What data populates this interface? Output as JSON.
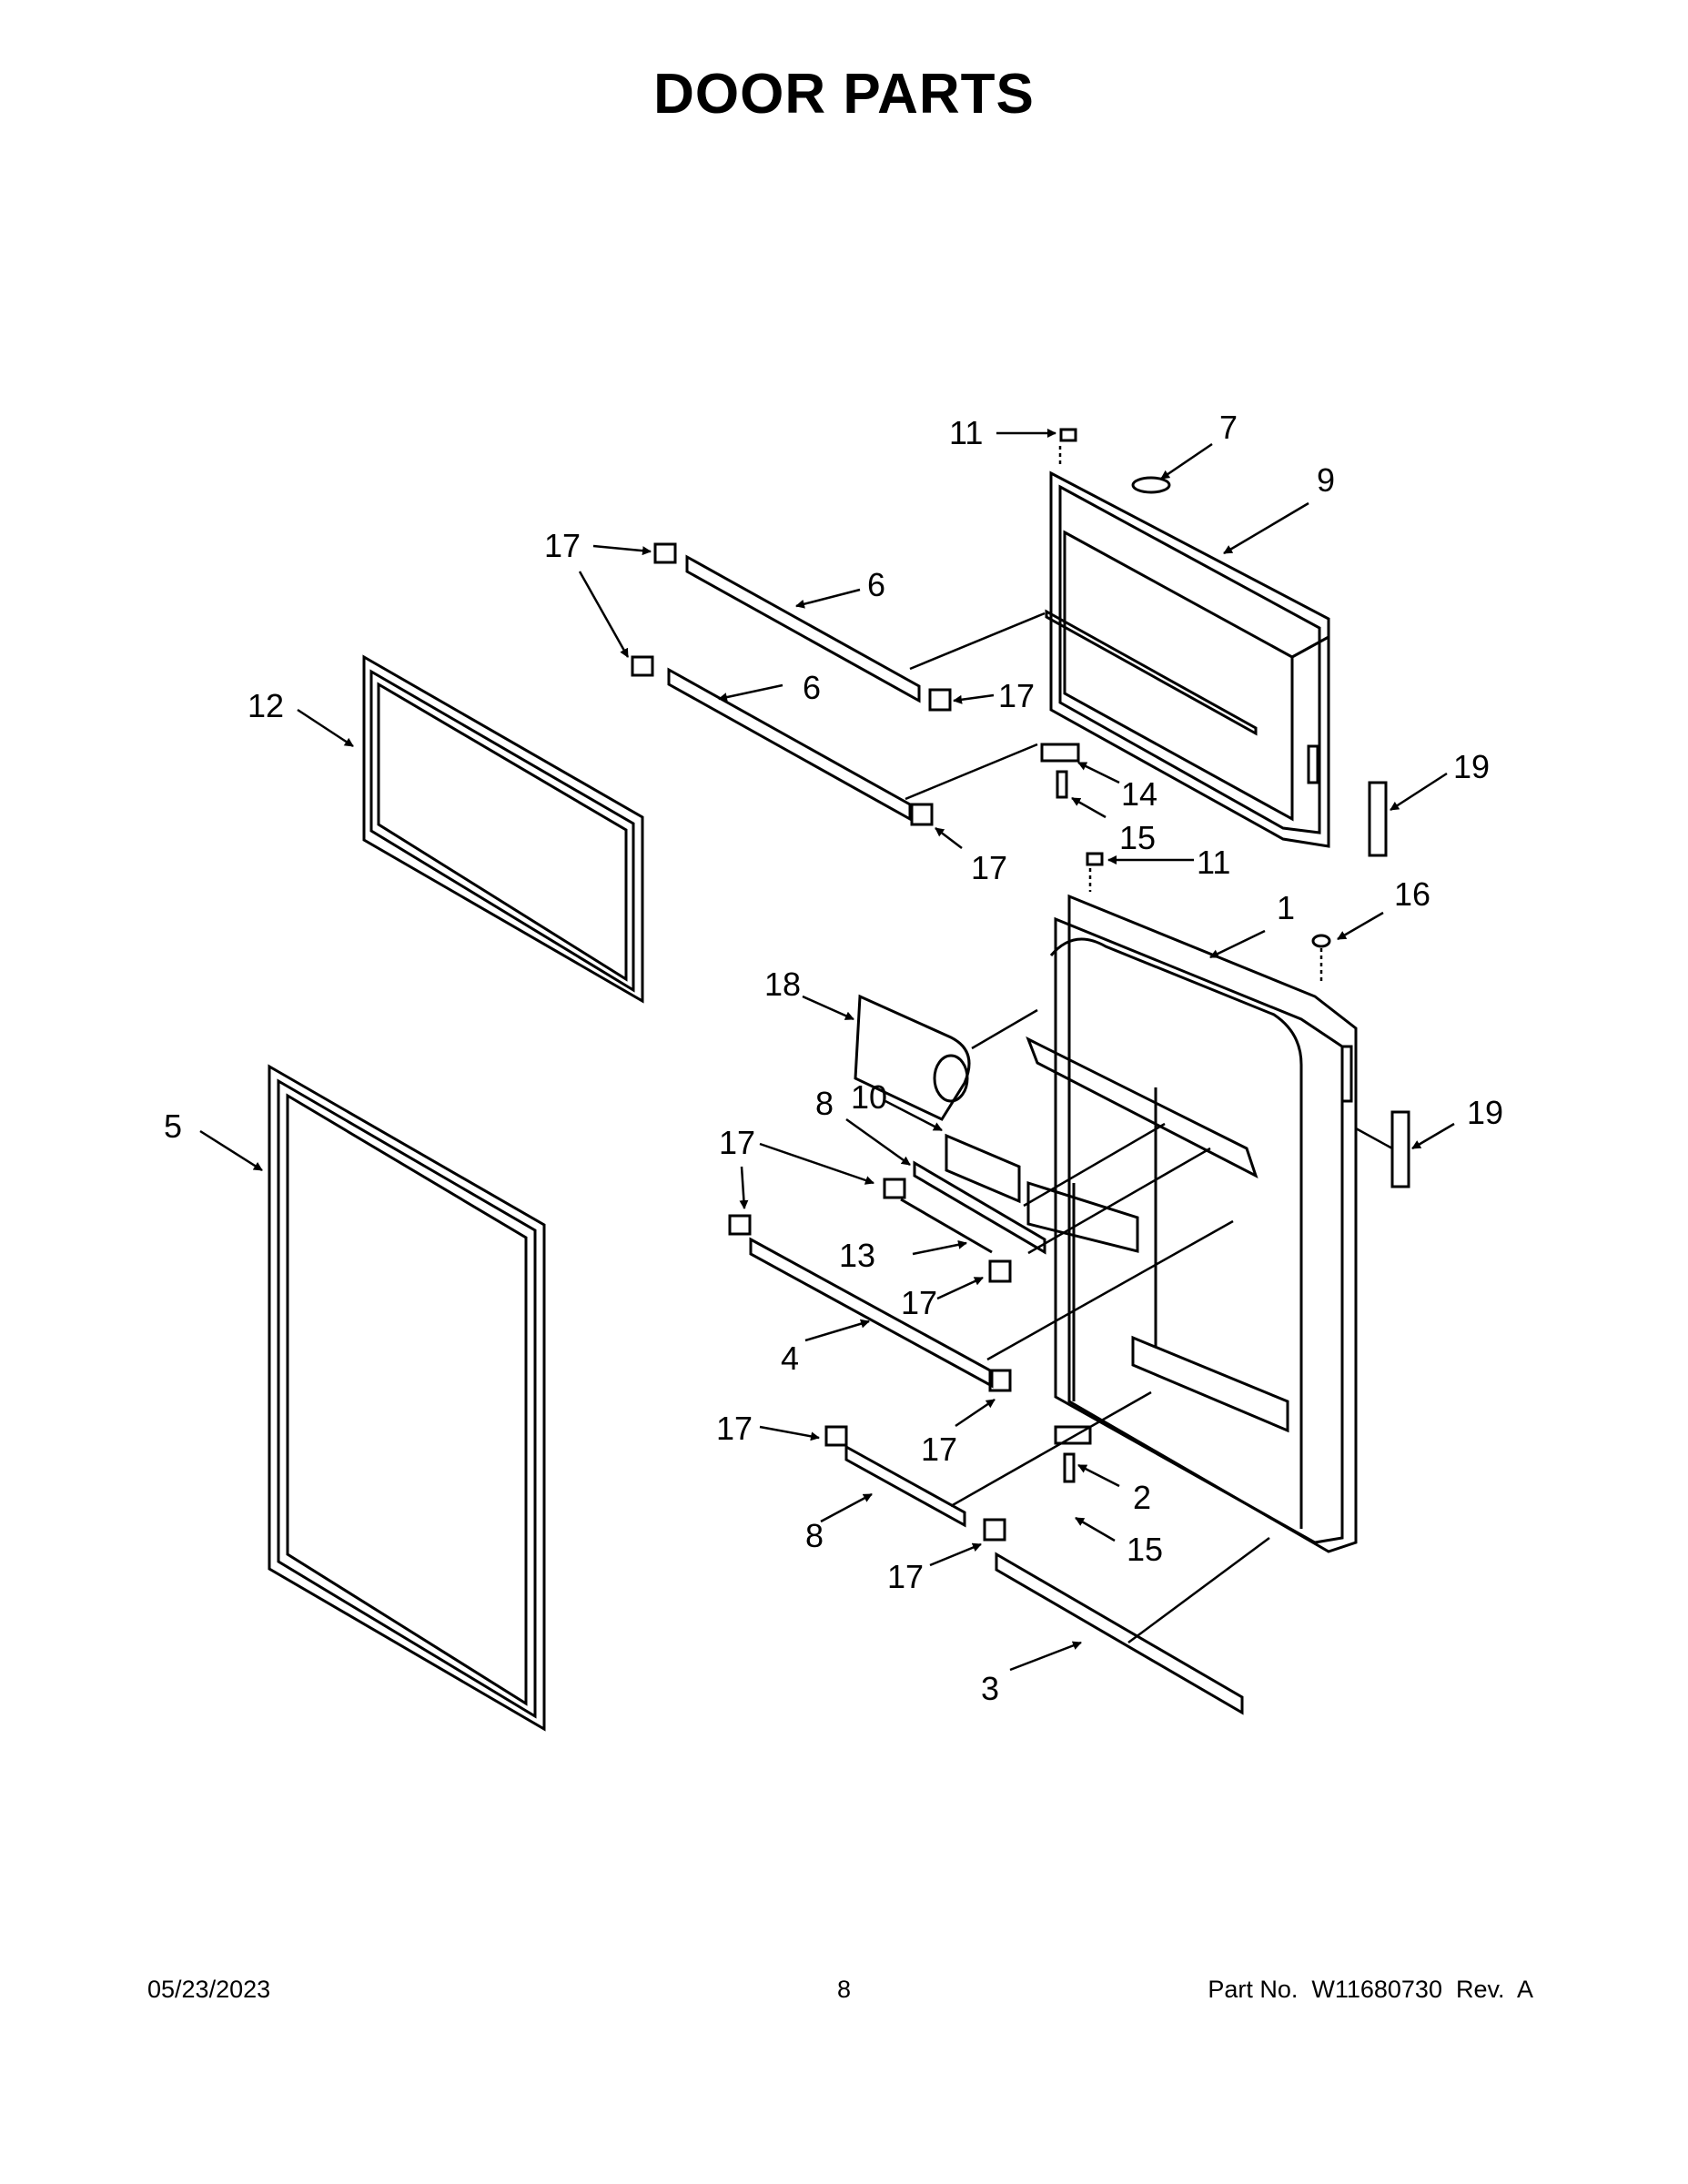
{
  "title": "DOOR PARTS",
  "footer": {
    "date": "05/23/2023",
    "page": "8",
    "part_number": "Part No.  W11680730  Rev.  A"
  },
  "callouts": [
    {
      "id": "c1",
      "label": "1"
    },
    {
      "id": "c2",
      "label": "2"
    },
    {
      "id": "c3",
      "label": "3"
    },
    {
      "id": "c4",
      "label": "4"
    },
    {
      "id": "c5",
      "label": "5"
    },
    {
      "id": "c6a",
      "label": "6"
    },
    {
      "id": "c6b",
      "label": "6"
    },
    {
      "id": "c7",
      "label": "7"
    },
    {
      "id": "c8a",
      "label": "8"
    },
    {
      "id": "c8b",
      "label": "8"
    },
    {
      "id": "c9",
      "label": "9"
    },
    {
      "id": "c10",
      "label": "10"
    },
    {
      "id": "c11a",
      "label": "11"
    },
    {
      "id": "c11b",
      "label": "11"
    },
    {
      "id": "c12",
      "label": "12"
    },
    {
      "id": "c13",
      "label": "13"
    },
    {
      "id": "c14",
      "label": "14"
    },
    {
      "id": "c15a",
      "label": "15"
    },
    {
      "id": "c15b",
      "label": "15"
    },
    {
      "id": "c16",
      "label": "16"
    },
    {
      "id": "c17a",
      "label": "17"
    },
    {
      "id": "c17b",
      "label": "17"
    },
    {
      "id": "c17c",
      "label": "17"
    },
    {
      "id": "c17d",
      "label": "17"
    },
    {
      "id": "c17e",
      "label": "17"
    },
    {
      "id": "c17f",
      "label": "17"
    },
    {
      "id": "c17g",
      "label": "17"
    },
    {
      "id": "c17h",
      "label": "17"
    },
    {
      "id": "c18",
      "label": "18"
    },
    {
      "id": "c19a",
      "label": "19"
    },
    {
      "id": "c19b",
      "label": "19"
    }
  ]
}
